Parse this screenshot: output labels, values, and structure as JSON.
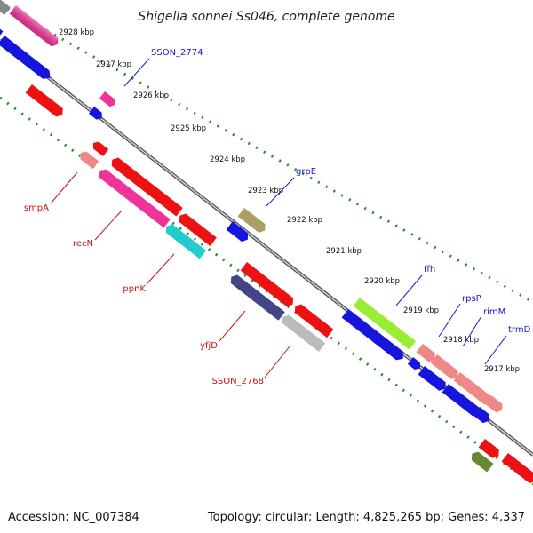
{
  "title": "Shigella sonnei Ss046, complete genome",
  "accession": "Accession: NC_007384",
  "topology": "Topology: circular; Length: 4,825,265 bp; Genes: 4,337",
  "tick_labels": [
    "2928 kbp",
    "2927 kbp",
    "2926 kbp",
    "2925 kbp",
    "2924 kbp",
    "2923 kbp",
    "2922 kbp",
    "2921 kbp",
    "2920 kbp",
    "2919 kbp",
    "2918 kbp",
    "2917 kbp"
  ],
  "gene_labels_forward": [
    "SSON_2774",
    "grpE",
    "ffh",
    "rpsP",
    "rimM",
    "trmD"
  ],
  "gene_labels_reverse": [
    "smpA",
    "recN",
    "ppnK",
    "yfjD",
    "SSON_2768"
  ],
  "colors": {
    "forward_label": "#1a1acc",
    "reverse_label": "#cc1111",
    "backbone": "#555555",
    "tick_dots": "#2a8a2a",
    "red": "#ee1111",
    "blue": "#1515dd",
    "pink": "#ee3399",
    "salmon": "#ee8888",
    "cyan": "#22cccc",
    "olive": "#aaa066",
    "navy": "#444488",
    "lime": "#99ee33",
    "grey": "#bbbbbb",
    "darkgreen": "#668833"
  }
}
